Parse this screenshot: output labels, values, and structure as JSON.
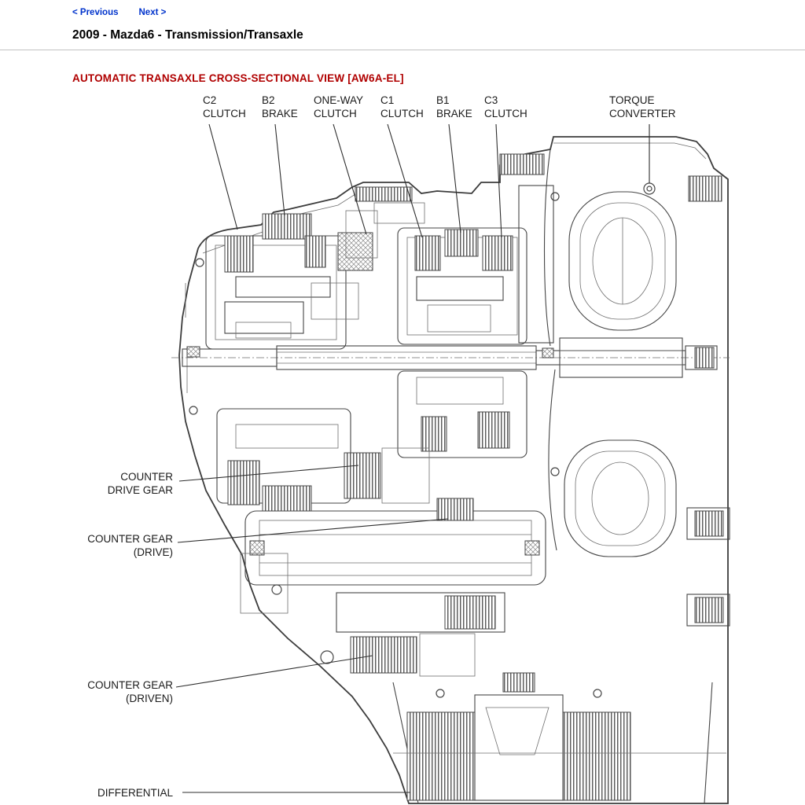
{
  "nav": {
    "previous_label": "< Previous",
    "next_label": "Next >"
  },
  "page": {
    "title": "2009 - Mazda6 - Transmission/Transaxle"
  },
  "section": {
    "heading": "AUTOMATIC TRANSAXLE CROSS-SECTIONAL VIEW [AW6A-EL]"
  },
  "colors": {
    "heading_red": "#b00000",
    "link_blue": "#0033cc",
    "line_gray": "#3c3c3c"
  },
  "diagram": {
    "name": "Automatic transaxle cross-sectional view",
    "top_labels": [
      {
        "id": "c2-clutch",
        "lines": [
          "C2",
          "CLUTCH"
        ]
      },
      {
        "id": "b2-brake",
        "lines": [
          "B2",
          "BRAKE"
        ]
      },
      {
        "id": "one-way-clutch",
        "lines": [
          "ONE-WAY",
          "CLUTCH"
        ]
      },
      {
        "id": "c1-clutch",
        "lines": [
          "C1",
          "CLUTCH"
        ]
      },
      {
        "id": "b1-brake",
        "lines": [
          "B1",
          "BRAKE"
        ]
      },
      {
        "id": "c3-clutch",
        "lines": [
          "C3",
          "CLUTCH"
        ]
      },
      {
        "id": "torque-converter",
        "lines": [
          "TORQUE",
          "CONVERTER"
        ]
      }
    ],
    "left_labels": [
      {
        "id": "counter-drive-gear",
        "lines": [
          "COUNTER",
          "DRIVE GEAR"
        ]
      },
      {
        "id": "counter-gear-drive",
        "lines": [
          "COUNTER GEAR",
          "(DRIVE)"
        ]
      },
      {
        "id": "counter-gear-driven",
        "lines": [
          "COUNTER GEAR",
          "(DRIVEN)"
        ]
      },
      {
        "id": "differential",
        "lines": [
          "DIFFERENTIAL"
        ]
      }
    ]
  }
}
